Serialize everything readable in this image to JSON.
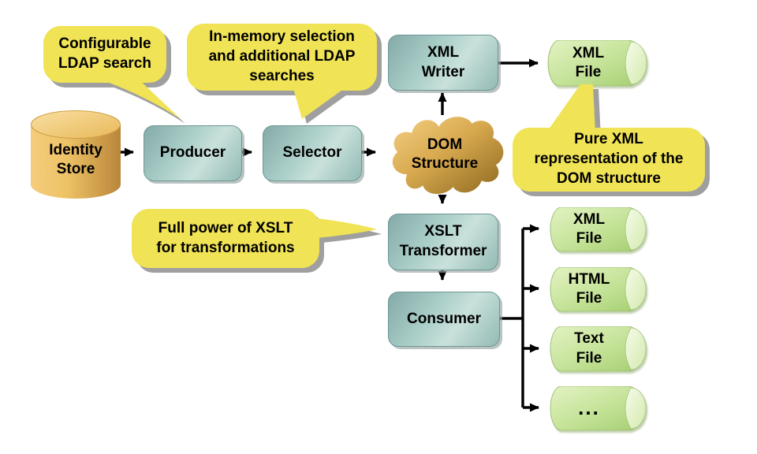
{
  "diagram": {
    "nodes": {
      "identity_store": {
        "label": "Identity\nStore"
      },
      "producer": {
        "label": "Producer"
      },
      "selector": {
        "label": "Selector"
      },
      "dom_structure": {
        "label": "DOM\nStructure"
      },
      "xml_writer": {
        "label": "XML\nWriter"
      },
      "xslt_transformer": {
        "label": "XSLT\nTransformer"
      },
      "consumer": {
        "label": "Consumer"
      }
    },
    "files": [
      {
        "label": "XML\nFile"
      },
      {
        "label": "XML\nFile"
      },
      {
        "label": "HTML\nFile"
      },
      {
        "label": "Text\nFile"
      },
      {
        "label": "..."
      }
    ],
    "callouts": [
      {
        "text": "Configurable\nLDAP search",
        "points_to": "Producer"
      },
      {
        "text": "In-memory selection\nand additional LDAP\nsearches",
        "points_to": "Selector"
      },
      {
        "text": "Pure XML\nrepresentation of the\nDOM structure",
        "points_to": "XML File"
      },
      {
        "text": "Full power of XSLT\nfor transformations",
        "points_to": "XSLT Transformer"
      }
    ],
    "edges": [
      {
        "from": "Identity Store",
        "to": "Producer"
      },
      {
        "from": "Producer",
        "to": "Selector"
      },
      {
        "from": "Selector",
        "to": "DOM Structure"
      },
      {
        "from": "DOM Structure",
        "to": "XML Writer"
      },
      {
        "from": "XML Writer",
        "to": "XML File"
      },
      {
        "from": "DOM Structure",
        "to": "XSLT Transformer"
      },
      {
        "from": "XSLT Transformer",
        "to": "Consumer"
      },
      {
        "from": "Consumer",
        "to": "XML File"
      },
      {
        "from": "Consumer",
        "to": "HTML File"
      },
      {
        "from": "Consumer",
        "to": "Text File"
      },
      {
        "from": "Consumer",
        "to": "..."
      }
    ],
    "colors": {
      "callout_yellow": "#f0e355",
      "shadow_grey": "#9f9f9f",
      "box_teal_light": "#c9e1db",
      "box_teal_dark": "#84aaa8",
      "file_green_light": "#dff0bc",
      "file_green_dark": "#a9d178",
      "cylinder_gold_light": "#f4cd7c",
      "cylinder_gold_dark": "#b9863a",
      "cloud_gold_light": "#f4d083",
      "cloud_gold_dark": "#8a671d",
      "arrow_black": "#000000",
      "background": "#ffffff"
    }
  }
}
